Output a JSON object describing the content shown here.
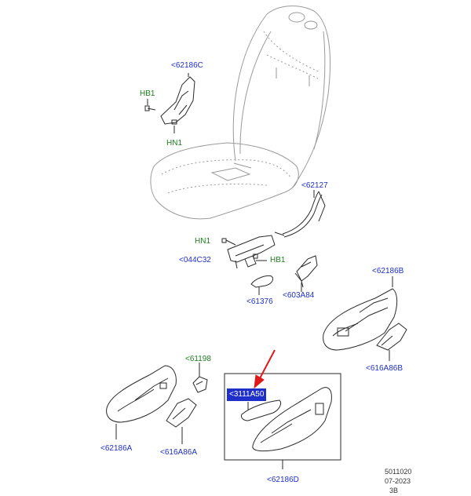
{
  "callouts": {
    "c62186c": "<62186C",
    "hb1_top": "HB1",
    "hn1_top": "HN1",
    "c62127": "<62127",
    "hn1_mid": "HN1",
    "c044c32": "<044C32",
    "hb1_mid": "HB1",
    "c61376": "<61376",
    "c603a84": "<603A84",
    "c62186b": "<62186B",
    "c616a86b": "<616A86B",
    "c61198": "<61198",
    "c3111a50": "<3111A50",
    "c62186a": "<62186A",
    "c616a86a": "<616A86A",
    "c62186d": "<62186D"
  },
  "stamp": {
    "line1": "5011020",
    "line2": "07-2023",
    "line3": "3B"
  },
  "colors": {
    "part_label": "#1f2fc9",
    "fastener_label": "#1e7f1e",
    "arrow": "#e01a1a",
    "line_art": "#2a2a2a",
    "seat_outline": "#9a9a9a"
  }
}
